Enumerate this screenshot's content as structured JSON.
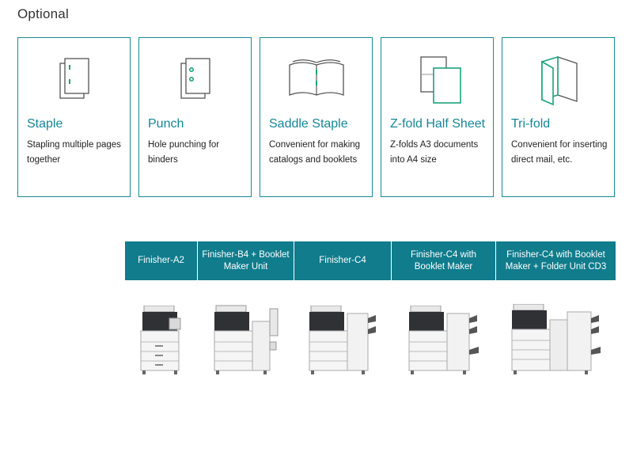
{
  "section_title": "Optional",
  "colors": {
    "accent": "#1a8a96",
    "title_text": "#148797",
    "header_bg": "#107c8c",
    "icon_green": "#1aa37a"
  },
  "features": [
    {
      "title": "Staple",
      "description": "Stapling multiple pages together",
      "icon": "staple-icon"
    },
    {
      "title": "Punch",
      "description": "Hole punching for binders",
      "icon": "punch-icon"
    },
    {
      "title": "Saddle Staple",
      "description": "Convenient for making catalogs and booklets",
      "icon": "saddle-staple-icon"
    },
    {
      "title": "Z-fold Half Sheet",
      "description": "Z-folds A3 documents into A4 size",
      "icon": "z-fold-icon"
    },
    {
      "title": "Tri-fold",
      "description": "Convenient for inserting direct mail, etc.",
      "icon": "tri-fold-icon"
    }
  ],
  "finishers": [
    {
      "label": "Finisher-A2"
    },
    {
      "label": "Finisher-B4 + Booklet Maker Unit"
    },
    {
      "label": "Finisher-C4"
    },
    {
      "label": "Finisher-C4 with Booklet Maker"
    },
    {
      "label": "Finisher-C4 with Booklet Maker + Folder Unit CD3"
    }
  ]
}
